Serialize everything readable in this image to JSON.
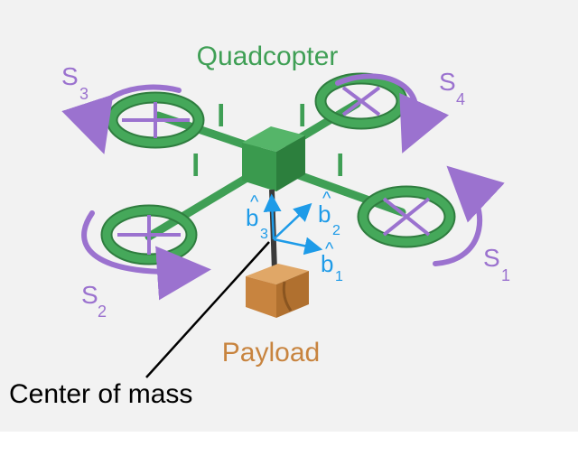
{
  "title": "Quadcopter",
  "payload_label": "Payload",
  "center_label": "Center of mass",
  "arm_labels": [
    "l",
    "l",
    "l",
    "l"
  ],
  "spin_labels": [
    {
      "letter": "S",
      "sub": "3"
    },
    {
      "letter": "S",
      "sub": "4"
    },
    {
      "letter": "S",
      "sub": "2"
    },
    {
      "letter": "S",
      "sub": "1"
    }
  ],
  "axes": [
    {
      "letter": "b",
      "sub": "3",
      "hat": "^"
    },
    {
      "letter": "b",
      "sub": "2",
      "hat": "^"
    },
    {
      "letter": "b",
      "sub": "1",
      "hat": "^"
    }
  ],
  "cropped_caption": "",
  "colors": {
    "green": "#3f9f55",
    "green_dark": "#2f7d3f",
    "purple": "#9b72cf",
    "blue": "#1e9be8",
    "payload": "#c8843f",
    "black": "#000000"
  }
}
